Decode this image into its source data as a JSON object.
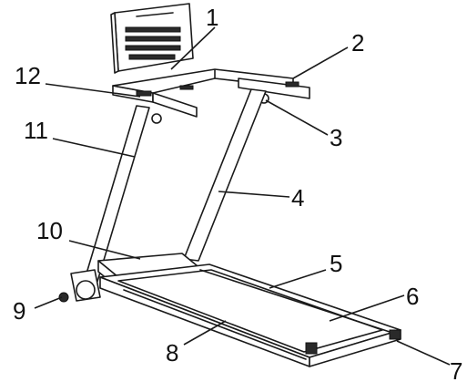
{
  "callouts": [
    {
      "id": 1,
      "text": "1"
    },
    {
      "id": 2,
      "text": "2"
    },
    {
      "id": 3,
      "text": "3"
    },
    {
      "id": 4,
      "text": "4"
    },
    {
      "id": 5,
      "text": "5"
    },
    {
      "id": 6,
      "text": "6"
    },
    {
      "id": 7,
      "text": "7"
    },
    {
      "id": 8,
      "text": "8"
    },
    {
      "id": 9,
      "text": "9"
    },
    {
      "id": 10,
      "text": "10"
    },
    {
      "id": 11,
      "text": "11"
    },
    {
      "id": 12,
      "text": "12"
    }
  ]
}
